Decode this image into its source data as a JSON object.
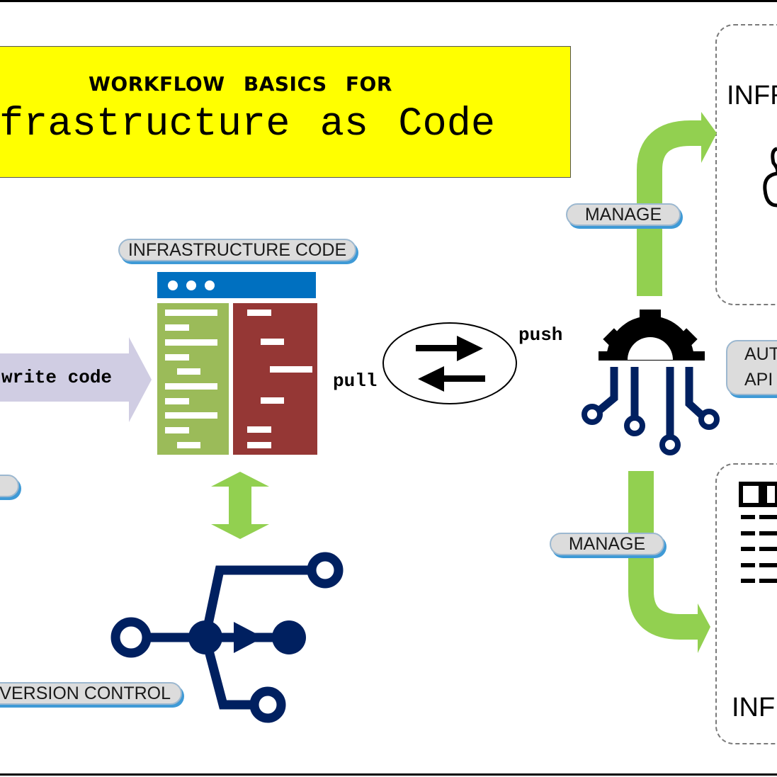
{
  "title": {
    "line1": "WORKFLOW BASICS FOR",
    "line2": "frastructure as Code"
  },
  "labels": {
    "infrastructure_code": "INFRASTRUCTURE CODE",
    "manage_top": "MANAGE",
    "manage_bottom": "MANAGE",
    "version_control": "VERSION CONTROL",
    "automation_line1": "AUT",
    "automation_line2": "API",
    "write_code": "write code",
    "push": "push",
    "pull": "pull",
    "infra_top": "INFR",
    "infra_bottom": "INFR"
  },
  "colors": {
    "title_bg": "#ffff00",
    "green_arrow": "#92d050",
    "navy": "#002060",
    "lavender": "#d0cde3",
    "window_bar": "#0070c0",
    "code_green": "#9bbb59",
    "code_red": "#953735",
    "pill_bg": "#dcdcdc",
    "pill_shadow": "#3f9ad6"
  },
  "icons": [
    "code-window-icon",
    "sync-arrows-icon",
    "git-branch-icon",
    "gear-circuit-icon",
    "server-list-icon",
    "cloud-icon"
  ]
}
